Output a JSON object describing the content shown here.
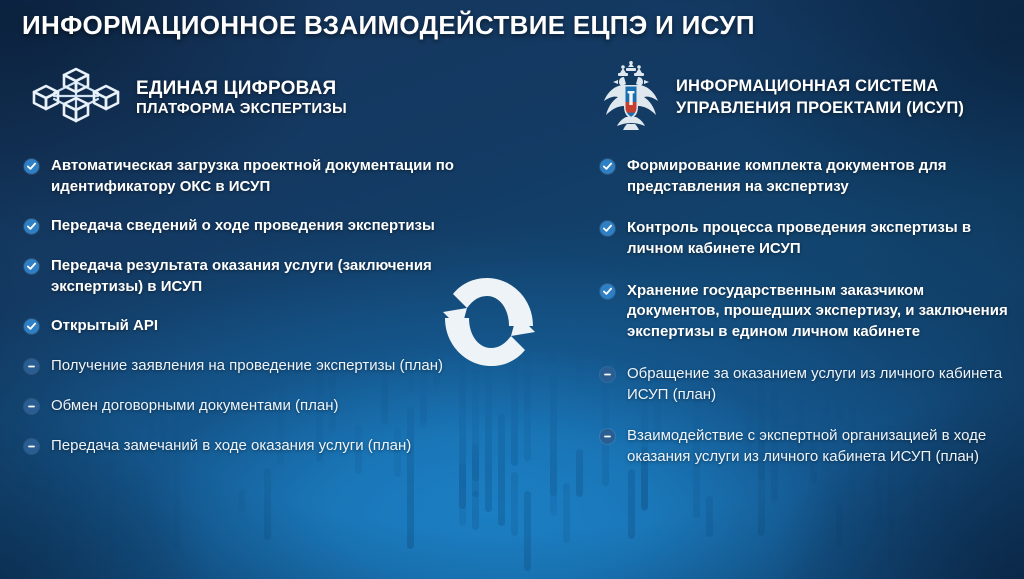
{
  "slide": {
    "title": "ИНФОРМАЦИОННОЕ ВЗАИМОДЕЙСТВИЕ ЕЦПЭ И ИСУП",
    "center_icon": "exchange-arrows-icon",
    "colors": {
      "background_dark": "#17365d",
      "background_light": "#1b7ec2",
      "text": "#ffffff",
      "bullet_check": "#2e7fc4",
      "bullet_minus": "#2a5d92"
    }
  },
  "left": {
    "logo_icon": "ecpe-cubes-network-logo",
    "heading_line1": "ЕДИНАЯ ЦИФРОВАЯ",
    "heading_line2": "ПЛАТФОРМА ЭКСПЕРТИЗЫ",
    "items": [
      {
        "status": "done",
        "icon": "check-circle-icon",
        "text": "Автоматическая загрузка проектной документации по идентификатору ОКС в ИСУП"
      },
      {
        "status": "done",
        "icon": "check-circle-icon",
        "text": "Передача сведений о ходе проведения экспертизы"
      },
      {
        "status": "done",
        "icon": "check-circle-icon",
        "text": "Передача результата оказания услуги (заключения экспертизы) в ИСУП"
      },
      {
        "status": "done",
        "icon": "check-circle-icon",
        "text": "Открытый API"
      },
      {
        "status": "plan",
        "icon": "minus-circle-icon",
        "text": "Получение заявления на проведение экспертизы (план)"
      },
      {
        "status": "plan",
        "icon": "minus-circle-icon",
        "text": "Обмен договорными документами (план)"
      },
      {
        "status": "plan",
        "icon": "minus-circle-icon",
        "text": "Передача замечаний в ходе оказания услуги (план)"
      }
    ]
  },
  "right": {
    "logo_icon": "russian-double-headed-eagle-emblem",
    "heading_line1": "ИНФОРМАЦИОННАЯ СИСТЕМА",
    "heading_line2": "УПРАВЛЕНИЯ ПРОЕКТАМИ (ИСУП)",
    "items": [
      {
        "status": "done",
        "icon": "check-circle-icon",
        "text": "Формирование комплекта документов для представления на экспертизу"
      },
      {
        "status": "done",
        "icon": "check-circle-icon",
        "text": "Контроль процесса проведения экспертизы в личном кабинете ИСУП"
      },
      {
        "status": "done",
        "icon": "check-circle-icon",
        "text": "Хранение государственным заказчиком документов, прошедших экспертизу, и заключения экспертизы в едином личном кабинете"
      },
      {
        "status": "plan",
        "icon": "minus-circle-icon",
        "text": "Обращение за оказанием услуги из личного кабинета ИСУП (план)"
      },
      {
        "status": "plan",
        "icon": "minus-circle-icon",
        "text": "Взаимодействие с экспертной организацией в ходе оказания услуги из личного кабинета ИСУП (план)"
      }
    ]
  }
}
